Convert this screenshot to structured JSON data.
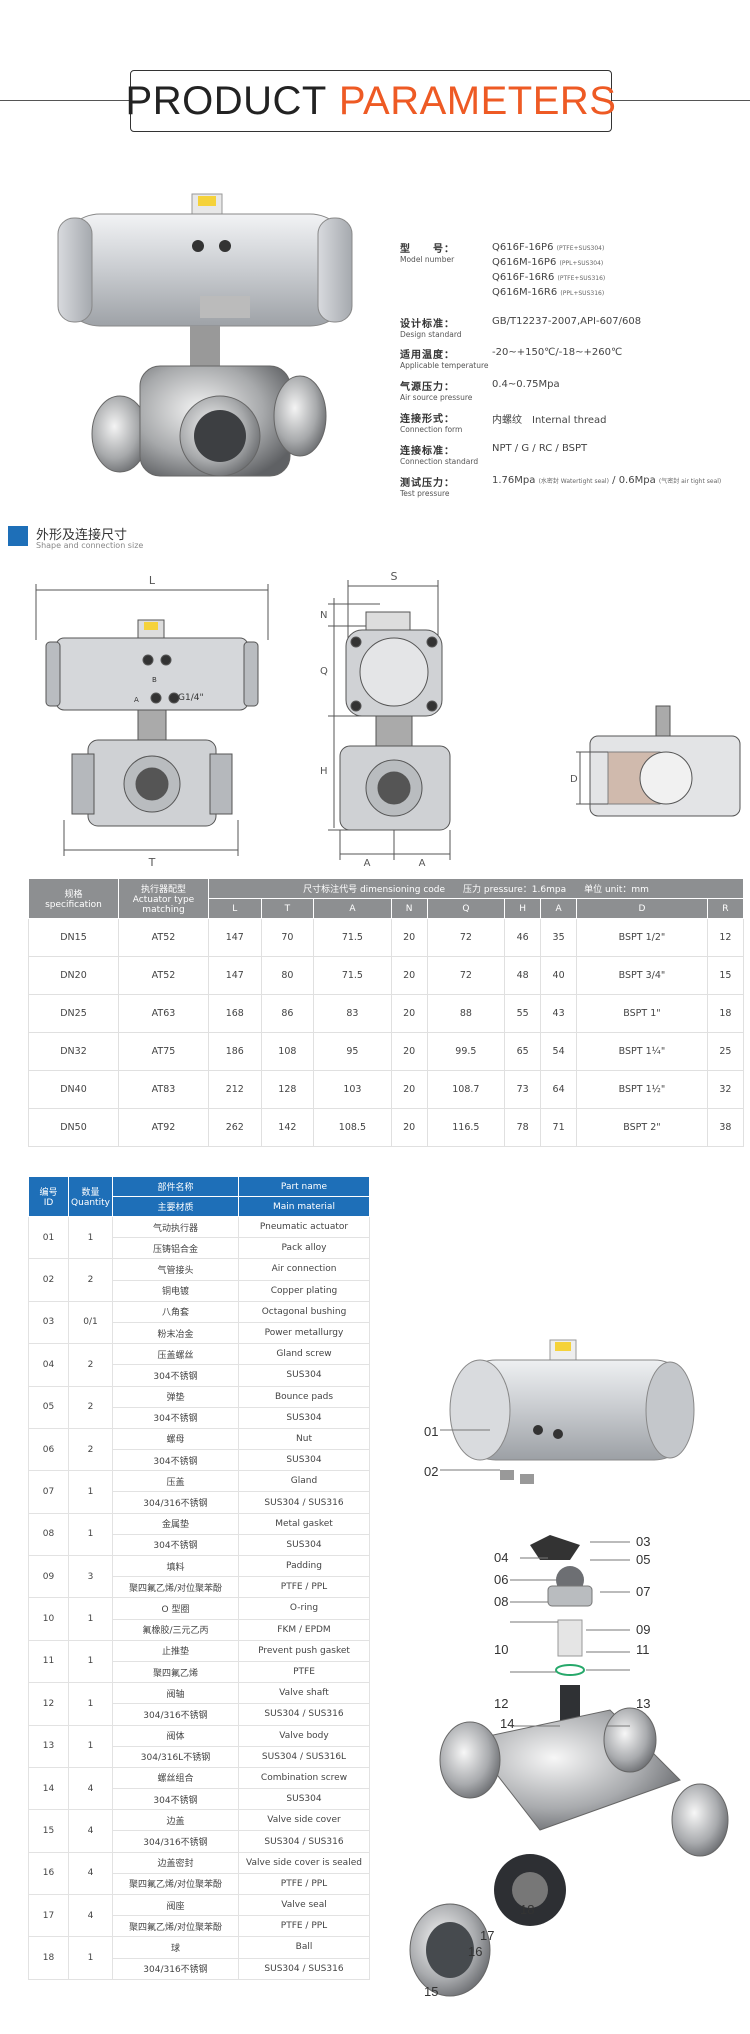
{
  "header": {
    "word1": "PRODUCT",
    "word2": "PARAMETERS"
  },
  "params": [
    {
      "cn": "型　　号：",
      "en": "Model number"
    },
    {
      "cn": "设计标准：",
      "en": "Design standard"
    },
    {
      "cn": "适用温度：",
      "en": "Applicable temperature"
    },
    {
      "cn": "气源压力：",
      "en": "Air source pressure"
    },
    {
      "cn": "连接形式：",
      "en": "Connection form"
    },
    {
      "cn": "连接标准：",
      "en": "Connection standard"
    },
    {
      "cn": "测试压力：",
      "en": "Test pressure"
    }
  ],
  "models": [
    {
      "code": "Q616F-16P6",
      "note": "(PTFE+SUS304)"
    },
    {
      "code": "Q616M-16P6",
      "note": "(PPL+SUS304)"
    },
    {
      "code": "Q616F-16R6",
      "note": "(PTFE+SUS316)"
    },
    {
      "code": "Q616M-16R6",
      "note": "(PPL+SUS316)"
    }
  ],
  "values": {
    "design": "GB/T12237-2007,API-607/608",
    "temperature": "-20~+150℃/-18~+260℃",
    "air": "0.4~0.75Mpa",
    "connection": "内螺纹　Internal thread",
    "standard": "NPT / G / RC / BSPT",
    "test_a": "1.76Mpa",
    "test_a_note": "(水密封 Watertight seal)",
    "test_sep": "/ 0.6Mpa",
    "test_b_note": "(气密封 air tight seal)"
  },
  "section": {
    "cn": "外形及连接尺寸",
    "en": "Shape and connection size"
  },
  "drawing_labels": {
    "L": "L",
    "T": "T",
    "S": "S",
    "N": "N",
    "Q": "Q",
    "H": "H",
    "A1": "A",
    "A2": "A",
    "D": "D",
    "port": "G1/4\"",
    "p1": "A",
    "p2": "B"
  },
  "dim_table": {
    "h_spec": "规格\nspecification",
    "h_act": "执行器配型\nActuator type matching",
    "h_group": "尺寸标注代号 dimensioning code　　压力 pressure：1.6mpa　　单位 unit：mm",
    "cols": [
      "L",
      "T",
      "A",
      "N",
      "Q",
      "H",
      "A",
      "D",
      "R"
    ],
    "rows": [
      [
        "DN15",
        "AT52",
        "147",
        "70",
        "71.5",
        "20",
        "72",
        "46",
        "35",
        "BSPT 1/2\"",
        "12"
      ],
      [
        "DN20",
        "AT52",
        "147",
        "80",
        "71.5",
        "20",
        "72",
        "48",
        "40",
        "BSPT 3/4\"",
        "15"
      ],
      [
        "DN25",
        "AT63",
        "168",
        "86",
        "83",
        "20",
        "88",
        "55",
        "43",
        "BSPT 1\"",
        "18"
      ],
      [
        "DN32",
        "AT75",
        "186",
        "108",
        "95",
        "20",
        "99.5",
        "65",
        "54",
        "BSPT 1¼\"",
        "25"
      ],
      [
        "DN40",
        "AT83",
        "212",
        "128",
        "103",
        "20",
        "108.7",
        "73",
        "64",
        "BSPT 1½\"",
        "32"
      ],
      [
        "DN50",
        "AT92",
        "262",
        "142",
        "108.5",
        "20",
        "116.5",
        "78",
        "71",
        "BSPT 2\"",
        "38"
      ]
    ]
  },
  "parts_table": {
    "h_id": "编号\nID",
    "h_qty": "数量\nQuantity",
    "h_name_cn": "部件名称",
    "h_name_en": "Part name",
    "h_mat_cn": "主要材质",
    "h_mat_en": "Main material",
    "rows": [
      {
        "id": "01",
        "qty": "1",
        "name_cn": "气动执行器",
        "name_en": "Pneumatic actuator",
        "mat_cn": "压铸铝合金",
        "mat_en": "Pack alloy"
      },
      {
        "id": "02",
        "qty": "2",
        "name_cn": "气管接头",
        "name_en": "Air connection",
        "mat_cn": "铜电镀",
        "mat_en": "Copper plating"
      },
      {
        "id": "03",
        "qty": "0/1",
        "name_cn": "八角套",
        "name_en": "Octagonal bushing",
        "mat_cn": "粉末冶金",
        "mat_en": "Power metallurgy"
      },
      {
        "id": "04",
        "qty": "2",
        "name_cn": "压盖螺丝",
        "name_en": "Gland screw",
        "mat_cn": "304不锈钢",
        "mat_en": "SUS304"
      },
      {
        "id": "05",
        "qty": "2",
        "name_cn": "弹垫",
        "name_en": "Bounce pads",
        "mat_cn": "304不锈钢",
        "mat_en": "SUS304"
      },
      {
        "id": "06",
        "qty": "2",
        "name_cn": "螺母",
        "name_en": "Nut",
        "mat_cn": "304不锈钢",
        "mat_en": "SUS304"
      },
      {
        "id": "07",
        "qty": "1",
        "name_cn": "压盖",
        "name_en": "Gland",
        "mat_cn": "304/316不锈钢",
        "mat_en": "SUS304 / SUS316"
      },
      {
        "id": "08",
        "qty": "1",
        "name_cn": "金属垫",
        "name_en": "Metal gasket",
        "mat_cn": "304不锈钢",
        "mat_en": "SUS304"
      },
      {
        "id": "09",
        "qty": "3",
        "name_cn": "填料",
        "name_en": "Padding",
        "mat_cn": "聚四氟乙烯/对位聚苯酚",
        "mat_en": "PTFE / PPL"
      },
      {
        "id": "10",
        "qty": "1",
        "name_cn": "O 型圈",
        "name_en": "O-ring",
        "mat_cn": "氟橡胶/三元乙丙",
        "mat_en": "FKM / EPDM"
      },
      {
        "id": "11",
        "qty": "1",
        "name_cn": "止推垫",
        "name_en": "Prevent push gasket",
        "mat_cn": "聚四氟乙烯",
        "mat_en": "PTFE"
      },
      {
        "id": "12",
        "qty": "1",
        "name_cn": "阀轴",
        "name_en": "Valve shaft",
        "mat_cn": "304/316不锈钢",
        "mat_en": "SUS304 / SUS316"
      },
      {
        "id": "13",
        "qty": "1",
        "name_cn": "阀体",
        "name_en": "Valve body",
        "mat_cn": "304/316L不锈钢",
        "mat_en": "SUS304 / SUS316L"
      },
      {
        "id": "14",
        "qty": "4",
        "name_cn": "螺丝组合",
        "name_en": "Combination screw",
        "mat_cn": "304不锈钢",
        "mat_en": "SUS304"
      },
      {
        "id": "15",
        "qty": "4",
        "name_cn": "边盖",
        "name_en": "Valve side cover",
        "mat_cn": "304/316不锈钢",
        "mat_en": "SUS304 / SUS316"
      },
      {
        "id": "16",
        "qty": "4",
        "name_cn": "边盖密封",
        "name_en": "Valve side cover is sealed",
        "mat_cn": "聚四氟乙烯/对位聚苯酚",
        "mat_en": "PTFE / PPL"
      },
      {
        "id": "17",
        "qty": "4",
        "name_cn": "阀座",
        "name_en": "Valve seal",
        "mat_cn": "聚四氟乙烯/对位聚苯酚",
        "mat_en": "PTFE / PPL"
      },
      {
        "id": "18",
        "qty": "1",
        "name_cn": "球",
        "name_en": "Ball",
        "mat_cn": "304/316不锈钢",
        "mat_en": "SUS304 / SUS316"
      }
    ]
  },
  "callouts": [
    "01",
    "02",
    "03",
    "04",
    "05",
    "06",
    "07",
    "08",
    "09",
    "10",
    "11",
    "12",
    "13",
    "14",
    "15",
    "16",
    "17",
    "18"
  ],
  "colors": {
    "accent": "#ee5a24",
    "blue": "#1e6fb8",
    "gray_header": "#8d8f91",
    "table_blue": "#1e6fb8"
  }
}
